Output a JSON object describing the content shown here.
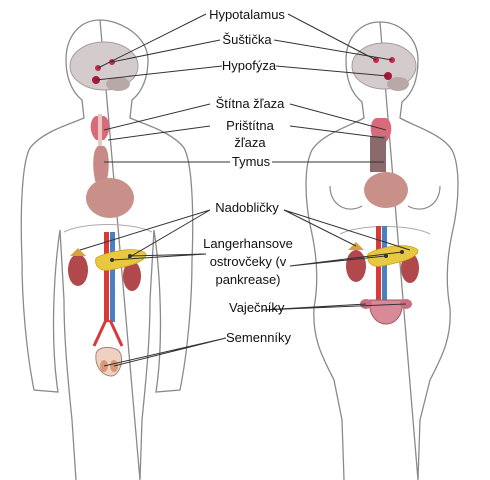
{
  "labels": {
    "hypothalamus": "Hypotalamus",
    "pineal": "Šuštička",
    "pituitary": "Hypofýza",
    "thyroid": "Štítna žľaza",
    "parathyroid_line1": "Prištítna",
    "parathyroid_line2": "žľaza",
    "thymus": "Tymus",
    "adrenal": "Nadobličky",
    "islets_line1": "Langerhansove",
    "islets_line2": "ostrovčeky (v",
    "islets_line3": "pankrease)",
    "ovaries": "Vaječníky",
    "testes": "Semenníky"
  },
  "colors": {
    "skin_outline": "#8a8a8a",
    "brain": "#c8c0c0",
    "gland": "#c42a4a",
    "thyroid": "#d86a7a",
    "thymus_lungs": "#c88a88",
    "kidney": "#b0484c",
    "pancreas": "#e8c840",
    "vessel_red": "#d83a3a",
    "vessel_blue": "#4a80c0",
    "leader_line": "#333333"
  }
}
